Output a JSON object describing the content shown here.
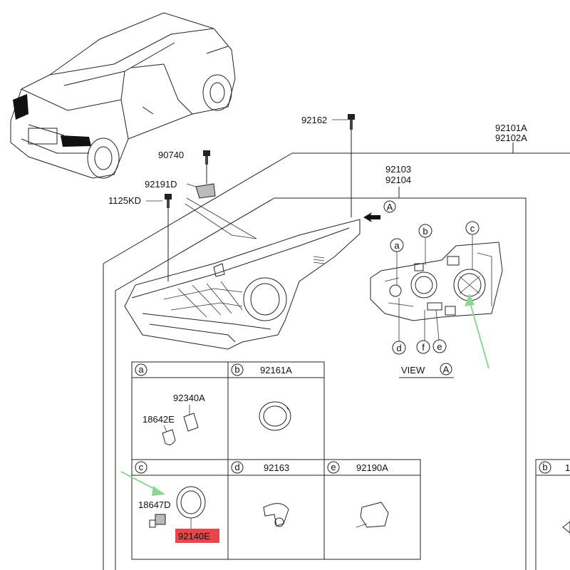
{
  "labels": {
    "p92162": "92162",
    "p92101A": "92101A",
    "p92102A": "92102A",
    "p90740": "90740",
    "p92191D": "92191D",
    "p1125KD": "1125KD",
    "p92103": "92103",
    "p92104": "92104",
    "view_marker": "A",
    "view_caption": "VIEW",
    "view_caption_letter": "A"
  },
  "callouts": [
    "a",
    "b",
    "c",
    "d",
    "f",
    "e"
  ],
  "grid": {
    "a": {
      "letter": "a",
      "part": "",
      "parts": [
        "92340A",
        "18642E"
      ]
    },
    "b": {
      "letter": "b",
      "part": "92161A"
    },
    "c": {
      "letter": "c",
      "part": "",
      "parts": [
        "18647D",
        "92140E"
      ]
    },
    "d": {
      "letter": "d",
      "part": "92163"
    },
    "e": {
      "letter": "e",
      "part": "92190A"
    },
    "b2": {
      "letter": "b",
      "part": "1"
    }
  },
  "colors": {
    "highlight": "#e5474b",
    "arrow": "#8fd694",
    "line": "#222222"
  }
}
